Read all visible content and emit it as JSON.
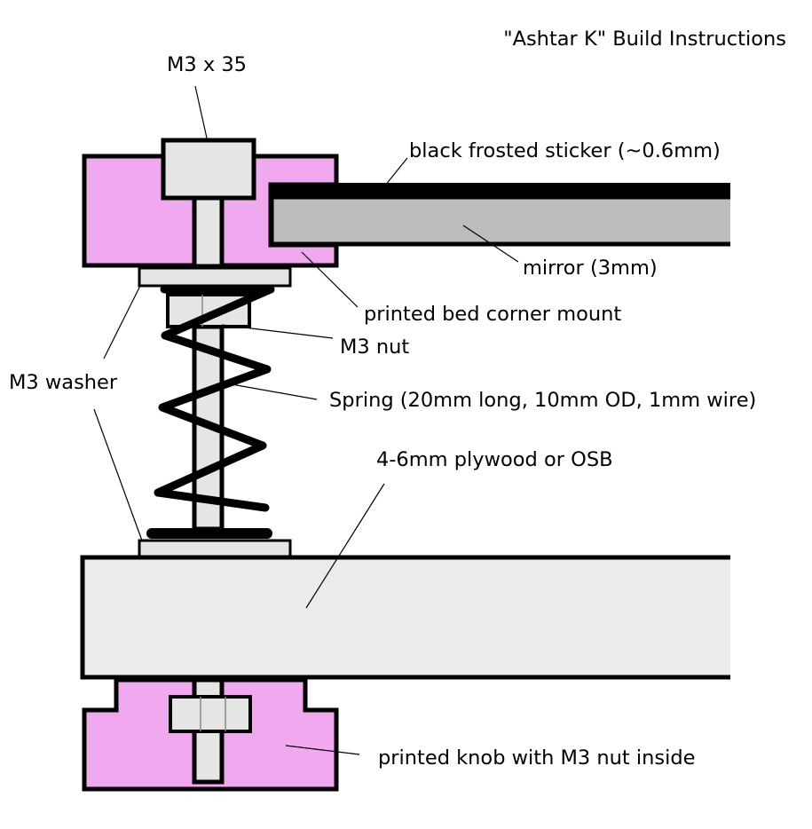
{
  "title": "\"Ashtar K\" Build Instructions",
  "labels": {
    "screw": "M3 x 35",
    "sticker": "black frosted sticker (~0.6mm)",
    "mirror": "mirror (3mm)",
    "corner_mount": "printed bed corner mount",
    "nut": "M3 nut",
    "washer": "M3 washer",
    "spring": "Spring (20mm long, 10mm OD, 1mm wire)",
    "plywood": "4-6mm plywood or OSB",
    "knob": "printed knob with M3 nut inside"
  },
  "colors": {
    "printed_part": "#f0a8ee",
    "hardware": "#e5e5e5",
    "mirror": "#bdbdbd",
    "plywood": "#ebebeb",
    "outline": "#000000"
  }
}
